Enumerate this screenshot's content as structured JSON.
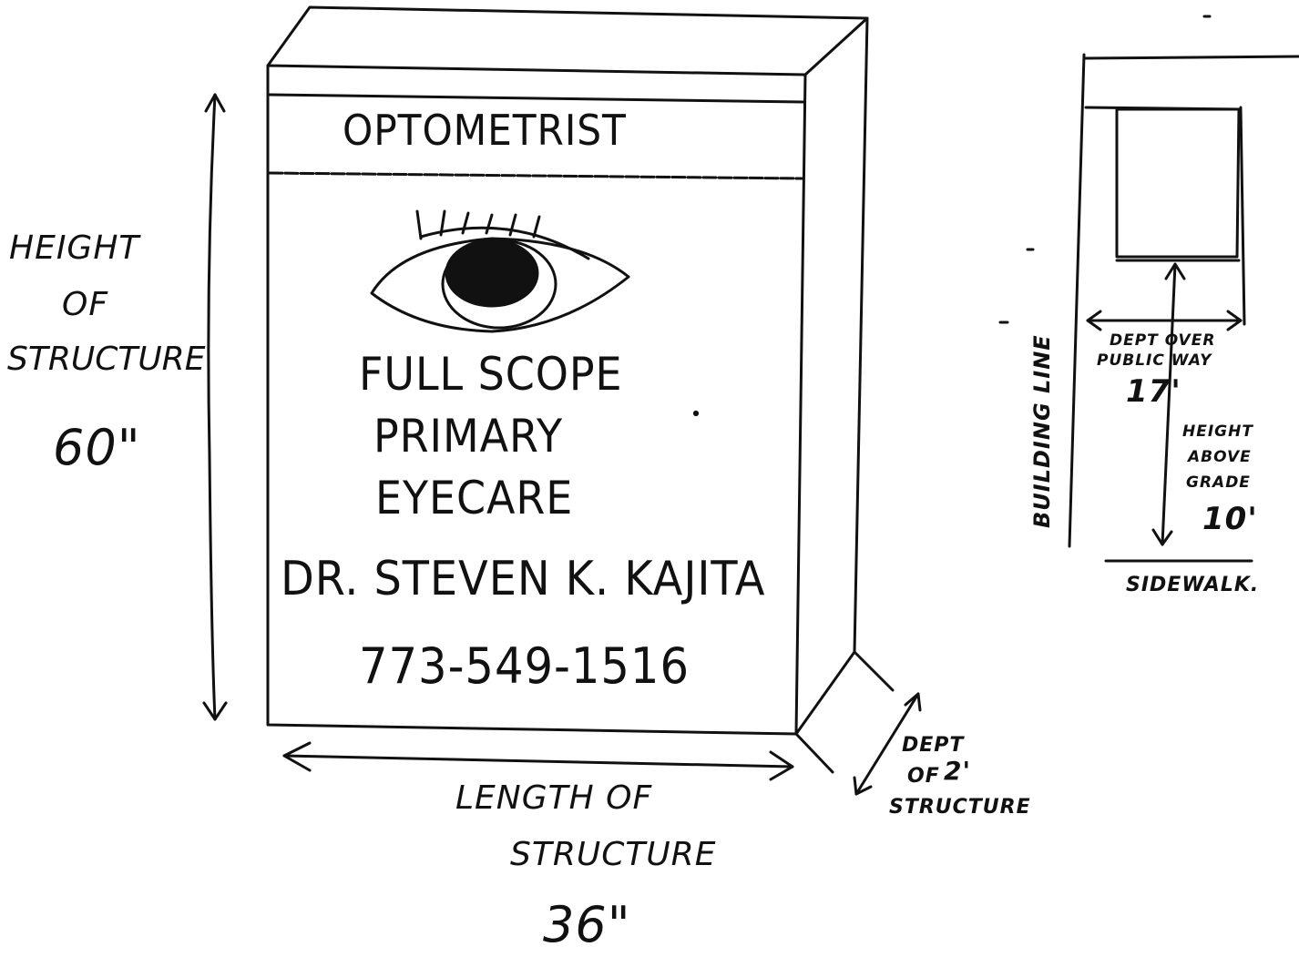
{
  "sign": {
    "header": "OPTOMETRIST",
    "line1": "FULL SCOPE",
    "line2": "PRIMARY",
    "line3": "EYECARE",
    "doctor": "DR. STEVEN K. KAJITA",
    "phone": "773-549-1516"
  },
  "dimensions": {
    "height_label": [
      "HEIGHT",
      "OF",
      "STRUCTURE"
    ],
    "height_value": "60\"",
    "length_label": [
      "LENGTH OF",
      "STRUCTURE"
    ],
    "length_value": "36\"",
    "depth_label": [
      "DEPT",
      "OF",
      "STRUCTURE"
    ],
    "depth_value": "2'"
  },
  "side_view": {
    "building_line": "BUILDING LINE",
    "depth_over_label": [
      "DEPT OVER",
      "PUBLIC WAY"
    ],
    "depth_over_value": "17'",
    "height_above_label": [
      "HEIGHT",
      "ABOVE",
      "GRADE"
    ],
    "height_above_value": "10'",
    "sidewalk": "SIDEWALK."
  }
}
